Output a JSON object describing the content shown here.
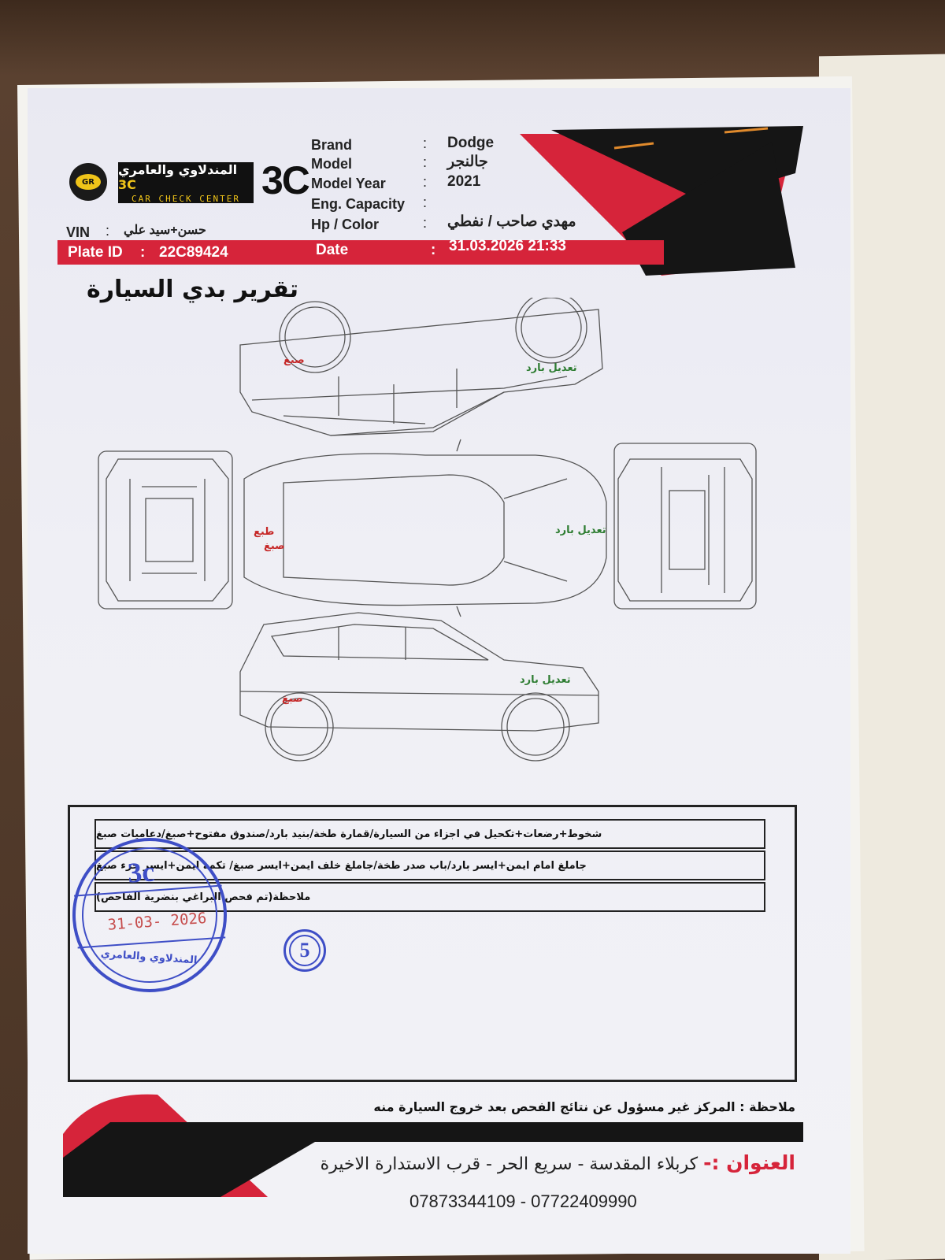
{
  "header": {
    "logo_text_ar": "المندلاوي والعامري",
    "logo_brand_mark": "3C",
    "logo_text_en": "CAR CHECK CENTER",
    "big_logo": "3C",
    "badge_text": "GR"
  },
  "vehicle": {
    "brand_label": "Brand",
    "brand_value": "Dodge",
    "model_label": "Model",
    "model_value": "جالنجر",
    "year_label": "Model Year",
    "year_value": "2021",
    "capacity_label": "Eng. Capacity",
    "capacity_value": "",
    "hp_label": "Hp / Color",
    "hp_value": "مهدي صاحب / نفطي",
    "vin_label": "VIN",
    "vin_value": "حسن+سيد علي",
    "plate_label": "Plate ID",
    "plate_value": "22C89424",
    "date_label": "Date",
    "date_value": "31.03.2026 21:33",
    "colon": ":"
  },
  "report_title": "تقرير بدي السيارة",
  "diagram_marks": {
    "top_left_mark": "صبغ",
    "top_right_mark": "تعديل بارد",
    "middle_left_mark_1": "طبع",
    "middle_left_mark_2": "صبغ",
    "middle_right_mark": "تعديل بارد",
    "bottom_left_mark": "صبغ",
    "bottom_right_mark": "تعديل بارد"
  },
  "findings": {
    "row1": "شخوط+رضعات+تكحيل في اجزاء من السيارة/قمارة طخة/بنيد بارد/صندوق مفتوح+صبغ/دعاميات صبغ",
    "row2": "جاملغ امام ايمن+ايسر بارد/باب صدر طخة/جاملغ خلف ايمن+ايسر صبغ/ تكمة ايمن+ايسر جزء صبغ",
    "row3": "ملاحظة(تم فحص البراغي بنضرية الفاحص)"
  },
  "stamp": {
    "logo": "3c",
    "date": "31-03- 2026",
    "name": "المندلاوي والعامري",
    "small_number": "5"
  },
  "footer": {
    "note": "ملاحظة : المركز غير مسؤول عن نتائج الفحص بعد خروج السيارة منه",
    "address_label": "العنوان :-",
    "address_value": "كربلاء المقدسة - سريع الحر - قرب الاستدارة الاخيرة",
    "phones": "07873344109 - 07722409990"
  },
  "colors": {
    "brand_red": "#d6243a",
    "brand_black": "#111111",
    "stamp_blue": "#3e4ec6"
  }
}
